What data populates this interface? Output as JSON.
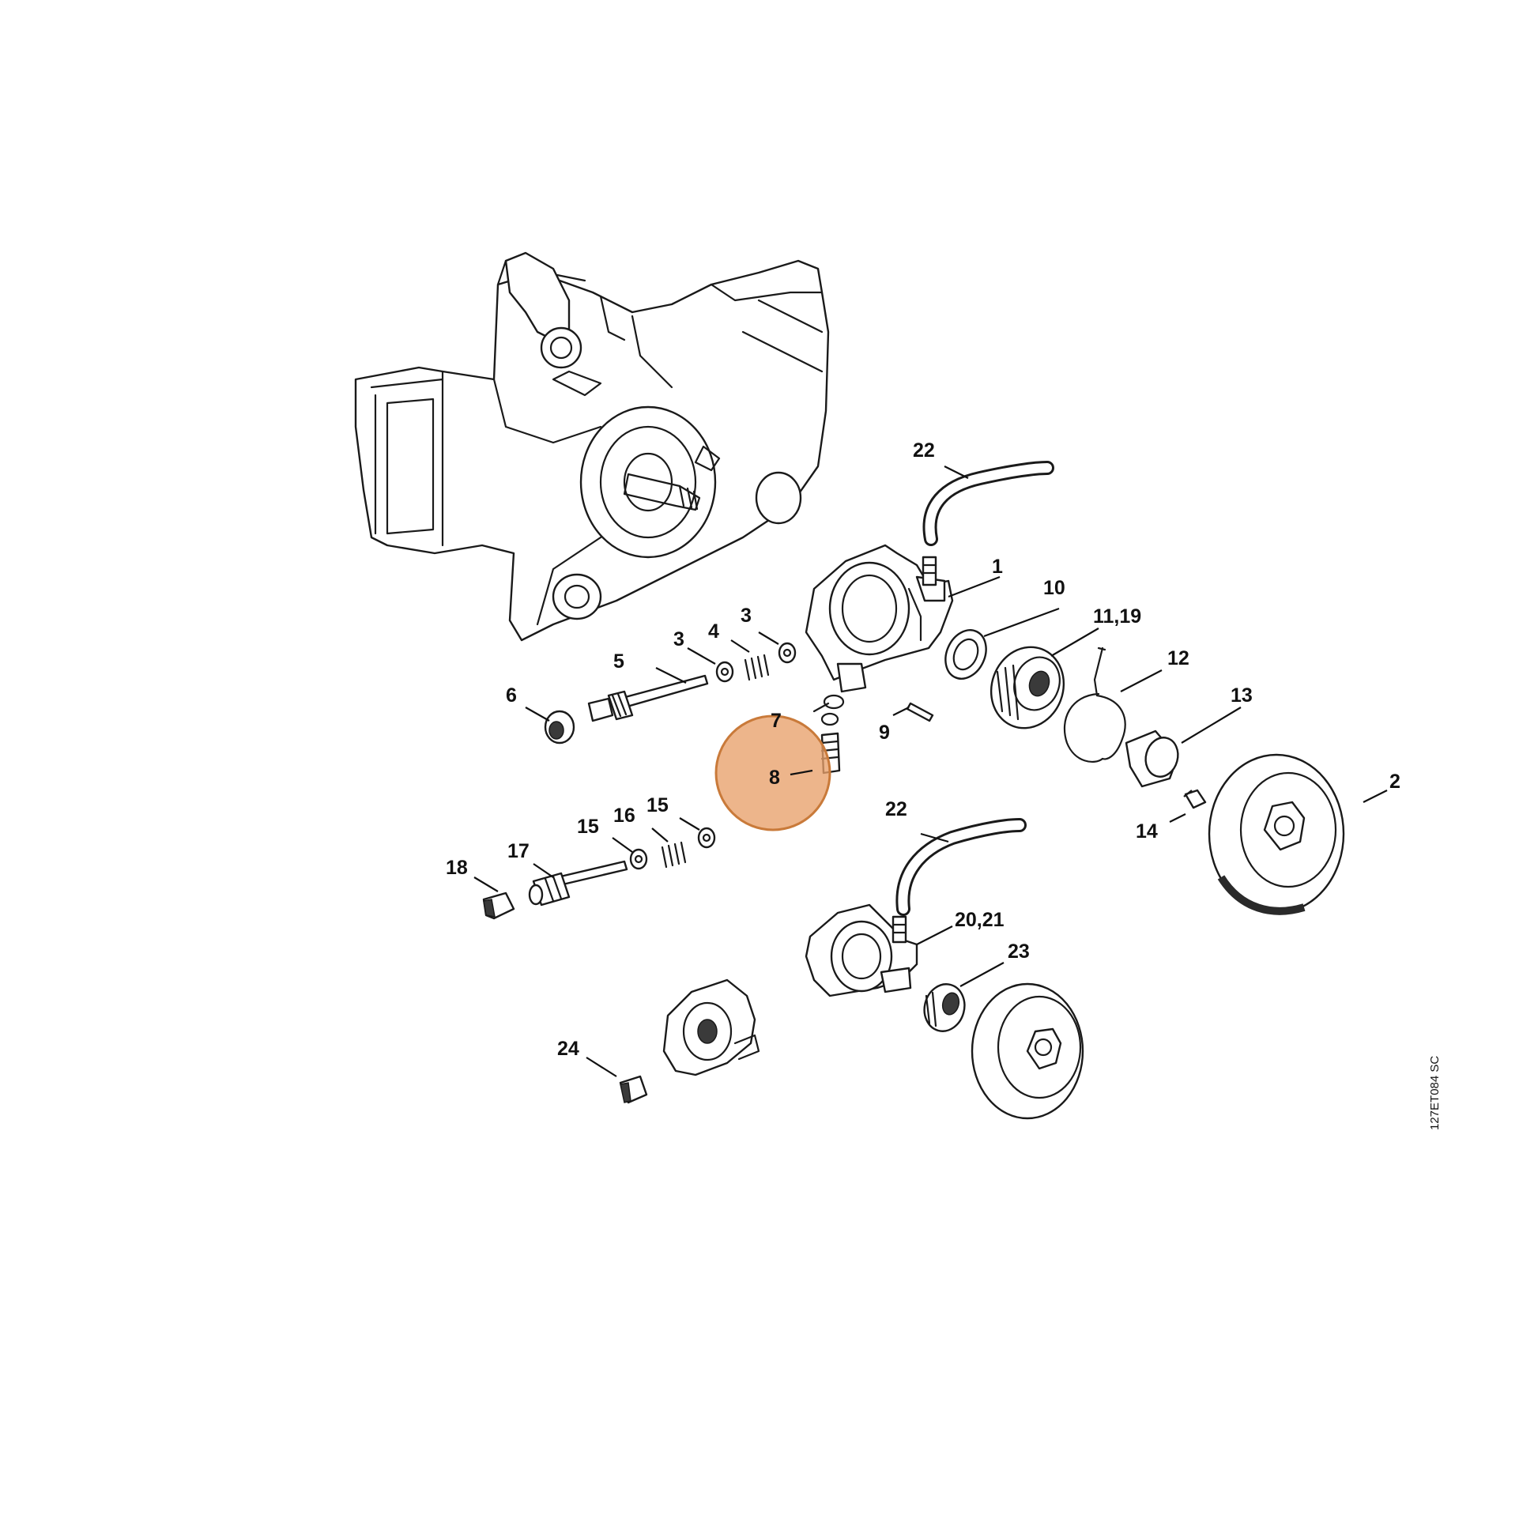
{
  "drawing_ref": "127ET084 SC",
  "highlight": {
    "color": "#e8a06a",
    "stroke": "#c97a3a",
    "target": "8"
  },
  "labels": {
    "l1": "1",
    "l2": "2",
    "l3a": "3",
    "l3b": "3",
    "l4": "4",
    "l5": "5",
    "l6": "6",
    "l7": "7",
    "l8": "8",
    "l9": "9",
    "l10": "10",
    "l11": "11,19",
    "l12": "12",
    "l13": "13",
    "l14": "14",
    "l15a": "15",
    "l15b": "15",
    "l16": "16",
    "l17": "17",
    "l18": "18",
    "l20": "20,21",
    "l22a": "22",
    "l22b": "22",
    "l23": "23",
    "l24": "24"
  }
}
